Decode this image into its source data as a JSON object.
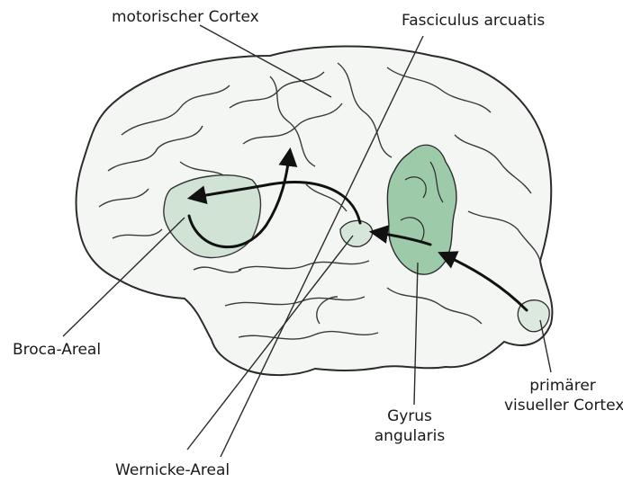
{
  "labels": {
    "motor_cortex": "motorischer Cortex",
    "fasciculus": "Fasciculus arcuatis",
    "broca": "Broca-Areal",
    "wernicke": "Wernicke-Areal",
    "gyrus_line1": "Gyrus",
    "gyrus_line2": "angularis",
    "visual_line1": "primärer",
    "visual_line2": "visueller Cortex"
  },
  "colors": {
    "brain_fill": "#f4f6f3",
    "outline": "#2b2b2b",
    "highlight_area": "#cfe3d4",
    "gyrus_fill": "#9dcaa8",
    "arrow": "#111111"
  }
}
